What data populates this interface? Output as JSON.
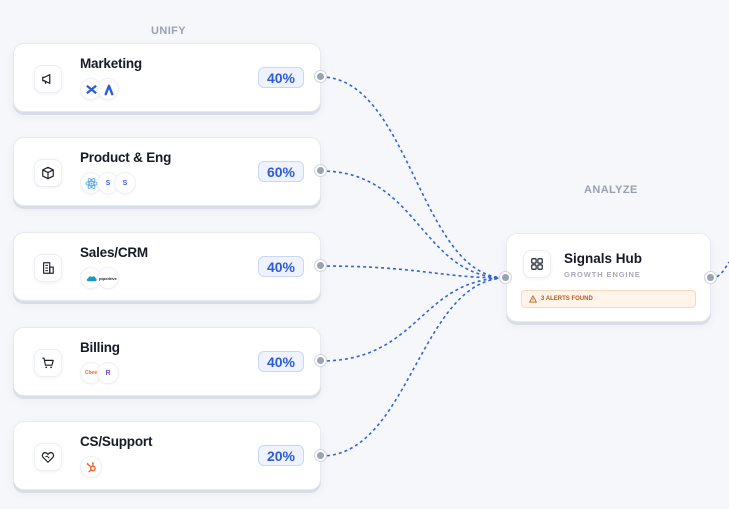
{
  "columns": {
    "unify": "UNIFY",
    "analyze": "ANALYZE"
  },
  "sources": [
    {
      "title": "Marketing",
      "percent": "40%",
      "icon": "megaphone-icon",
      "logos": [
        "zapier-logo",
        "google-ads-logo"
      ]
    },
    {
      "title": "Product & Eng",
      "percent": "60%",
      "icon": "cube-icon",
      "logos": [
        "react-logo",
        "s-logo",
        "s-logo"
      ]
    },
    {
      "title": "Sales/CRM",
      "percent": "40%",
      "icon": "building-icon",
      "logos": [
        "salesforce-logo",
        "pipedrive-logo"
      ],
      "logo_text": [
        "",
        "pipedrive"
      ]
    },
    {
      "title": "Billing",
      "percent": "40%",
      "icon": "cart-icon",
      "logos": [
        "chargebee-logo",
        "recurly-logo"
      ],
      "logo_text": [
        "Cbee",
        "R"
      ]
    },
    {
      "title": "CS/Support",
      "percent": "20%",
      "icon": "heart-handshake-icon",
      "logos": [
        "hubspot-logo"
      ]
    }
  ],
  "hub": {
    "title": "Signals Hub",
    "subtitle": "GROWTH ENGINE",
    "alert": "3 ALERTS FOUND",
    "icon": "grid-icon"
  },
  "colors": {
    "accent": "#2e5bd8",
    "wire": "#3562d6",
    "port": "#9aa3b2",
    "alert": "#b75a1c"
  }
}
